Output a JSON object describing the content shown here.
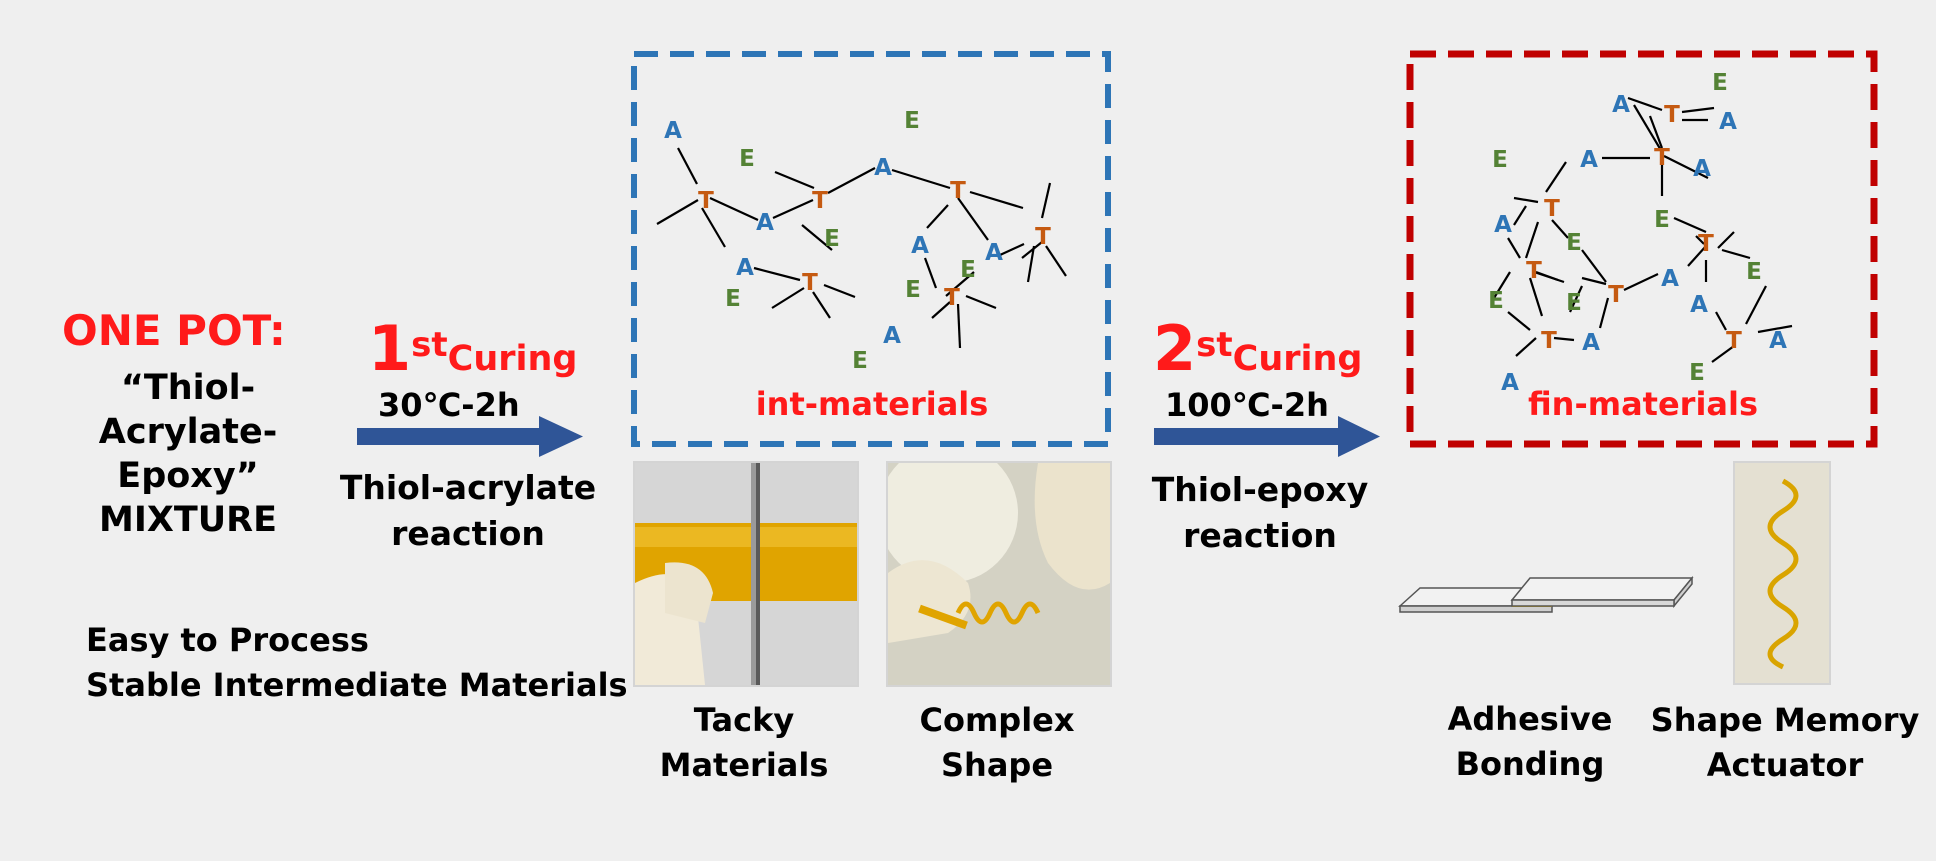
{
  "left": {
    "title": "ONE POT:",
    "mixture_lines": [
      "“Thiol-",
      "Acrylate-",
      "Epoxy”",
      "MIXTURE"
    ],
    "features": [
      "Easy to Process",
      "Stable Intermediate Materials"
    ]
  },
  "step1": {
    "number": "1",
    "superscript": "st",
    "word": "Curing",
    "condition": "30℃-2h",
    "reaction_lines": [
      "Thiol-acrylate",
      "reaction"
    ]
  },
  "step2": {
    "number": "2",
    "superscript": "st",
    "word": "Curing",
    "condition": "100℃-2h",
    "reaction_lines": [
      "Thiol-epoxy",
      "reaction"
    ]
  },
  "int_box": {
    "label": "int-materials",
    "border_color": "#2e75b6"
  },
  "fin_box": {
    "label": "fin-materials",
    "border_color": "#c00000"
  },
  "captions": {
    "tacky": [
      "Tacky",
      "Materials"
    ],
    "complex": [
      "Complex",
      "Shape"
    ],
    "adhesive": [
      "Adhesive",
      "Bonding"
    ],
    "memory": [
      "Shape Memory",
      "Actuator"
    ]
  },
  "colors": {
    "T": "#c55a11",
    "A": "#2e75b6",
    "E": "#548235",
    "accent_red": "#ff1a1a",
    "arrow": "#2f5597"
  }
}
